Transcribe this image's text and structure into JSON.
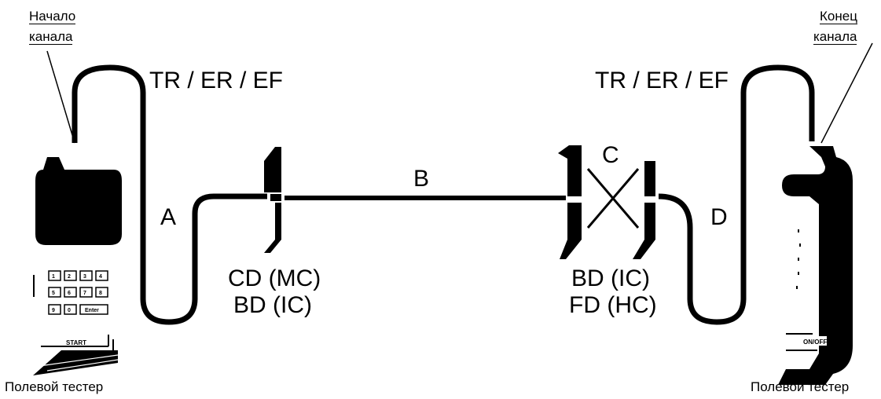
{
  "left_tester": {
    "start_label": "Начало",
    "start_label2": "канала",
    "name": "Полевой тестер",
    "keys": [
      "1",
      "2",
      "3",
      "4",
      "5",
      "6",
      "7",
      "8",
      "9",
      "0",
      "Enter"
    ],
    "start_button": "START"
  },
  "right_tester": {
    "end_label": "Конец",
    "end_label2": "канала",
    "name": "Полевой тестер",
    "onoff_button": "ON/OFF"
  },
  "segments": {
    "a": "A",
    "b": "B",
    "c": "C",
    "d": "D"
  },
  "cord_labels": {
    "left": "TR / ER / EF",
    "right": "TR / ER / EF"
  },
  "distributors": {
    "left_line1": "CD (MC)",
    "left_line2": "BD (IC)",
    "right_line1": "BD (IC)",
    "right_line2": "FD (HC)"
  }
}
